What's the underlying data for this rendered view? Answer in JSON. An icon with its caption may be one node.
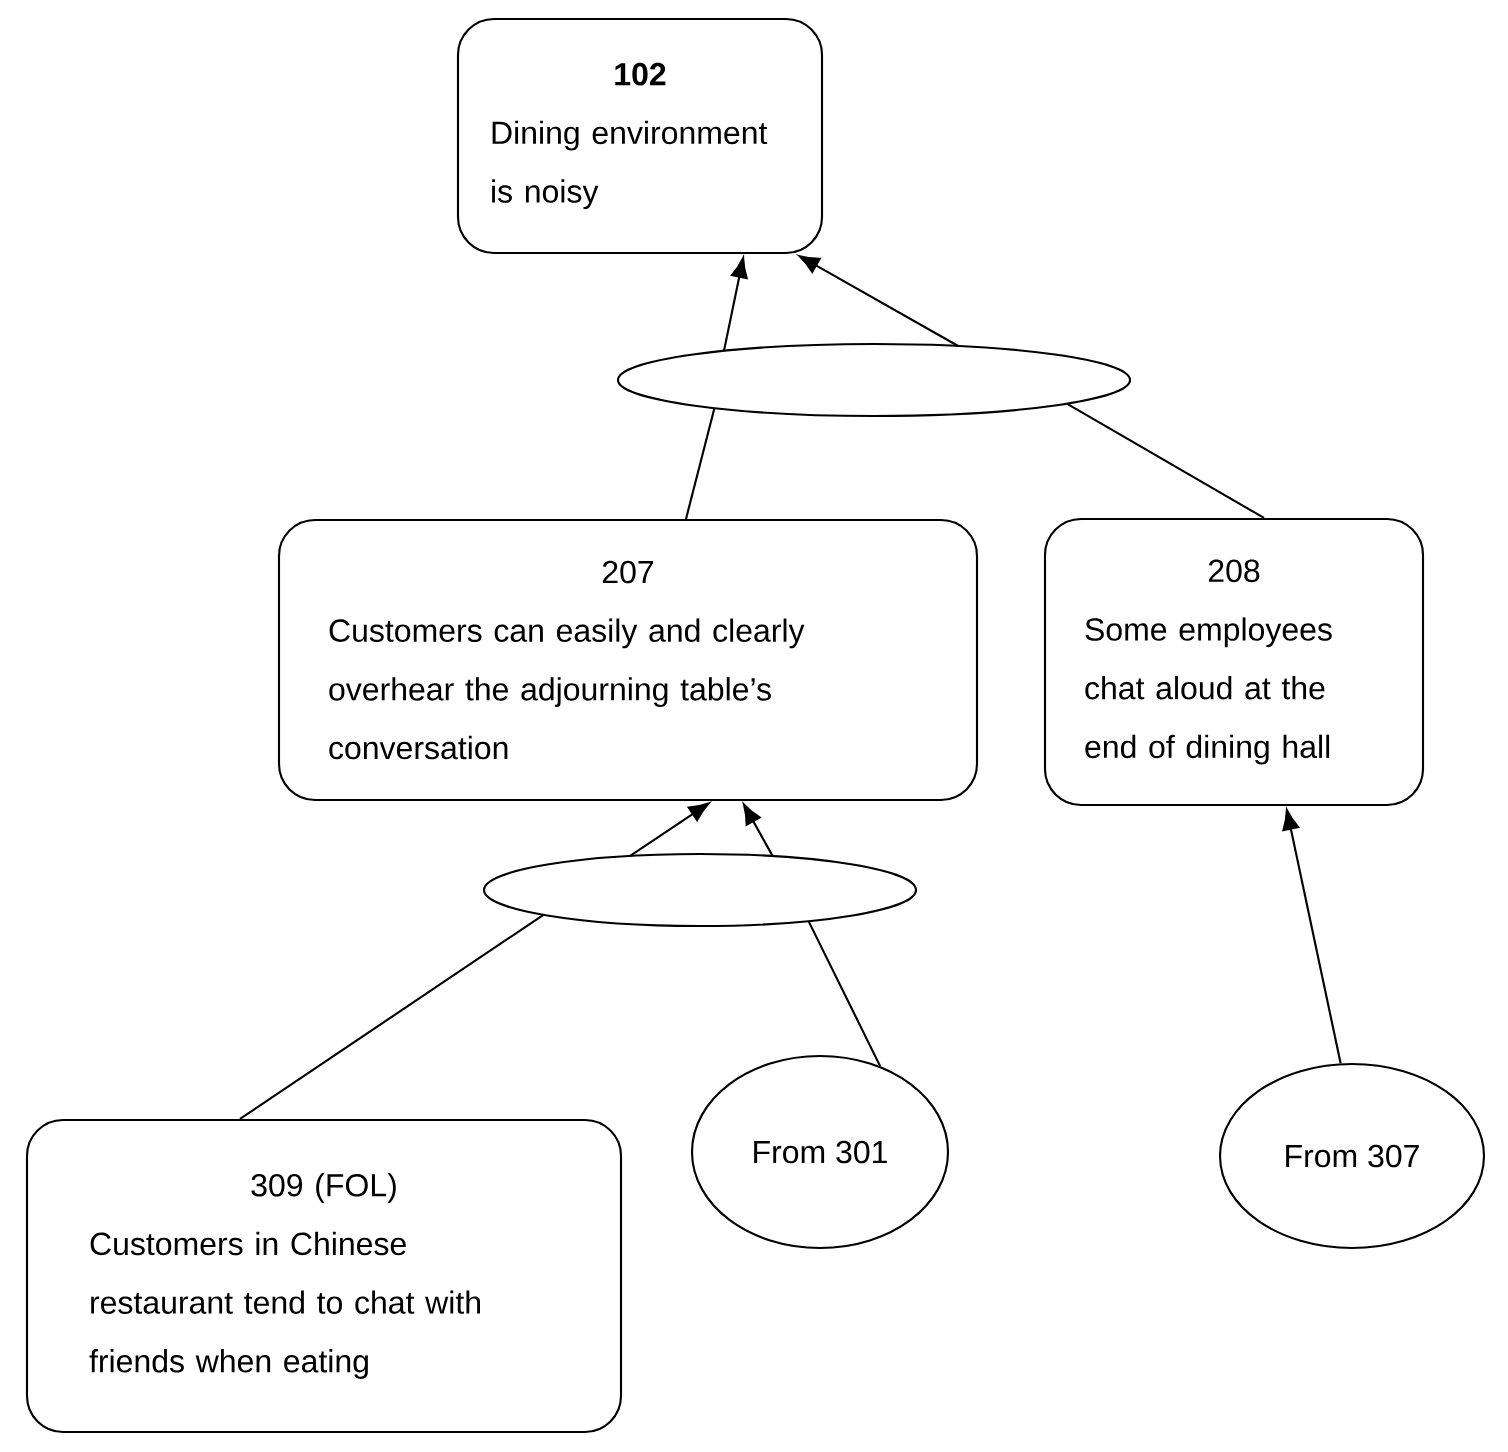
{
  "diagram": {
    "nodes": [
      {
        "text": [
          "**102**",
          "Dining environment is noisy"
        ]
      },
      {
        "text": [],
        "shape": "ellipse"
      },
      {
        "text": [
          "207",
          "Customers can easily and clearly overhear the adjourning table’s conversation"
        ]
      },
      {
        "text": [
          "208",
          "Some employees chat aloud at the end of dining hall"
        ]
      },
      {
        "text": [],
        "shape": "ellipse"
      },
      {
        "text": [
          "309 (FOL)",
          "Customers in Chinese restaurant tend to chat with friends when eating"
        ]
      },
      {
        "text": [
          "From 301"
        ]
      },
      {
        "text": [
          "From 307"
        ]
      }
    ],
    "edges": [
      {
        "from": 2,
        "to": 1,
        "arrow": "none"
      },
      {
        "from": 1,
        "to": 0,
        "arrow": "to"
      },
      {
        "from": 3,
        "to": 1,
        "arrow": "none"
      },
      {
        "from": 1,
        "to": 0,
        "arrow": "to"
      },
      {
        "from": 5,
        "to": 4,
        "arrow": "none"
      },
      {
        "from": 4,
        "to": 2,
        "arrow": "to"
      },
      {
        "from": 6,
        "to": 4,
        "arrow": "none"
      },
      {
        "from": 4,
        "to": 2,
        "arrow": "to"
      },
      {
        "from": 7,
        "to": 3,
        "arrow": "to"
      }
    ]
  }
}
